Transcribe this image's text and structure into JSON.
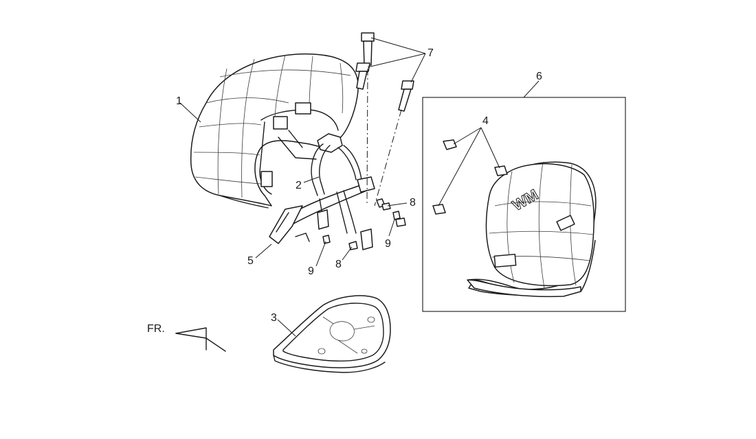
{
  "diagram": {
    "direction_label": "FR.",
    "logo_text": "WM",
    "callouts": [
      {
        "id": "c1",
        "text": "1"
      },
      {
        "id": "c2",
        "text": "2"
      },
      {
        "id": "c3",
        "text": "3"
      },
      {
        "id": "c4",
        "text": "4"
      },
      {
        "id": "c5",
        "text": "5"
      },
      {
        "id": "c6",
        "text": "6"
      },
      {
        "id": "c7",
        "text": "7"
      },
      {
        "id": "c8a",
        "text": "8"
      },
      {
        "id": "c8b",
        "text": "8"
      },
      {
        "id": "c9a",
        "text": "9"
      },
      {
        "id": "c9b",
        "text": "9"
      }
    ]
  }
}
